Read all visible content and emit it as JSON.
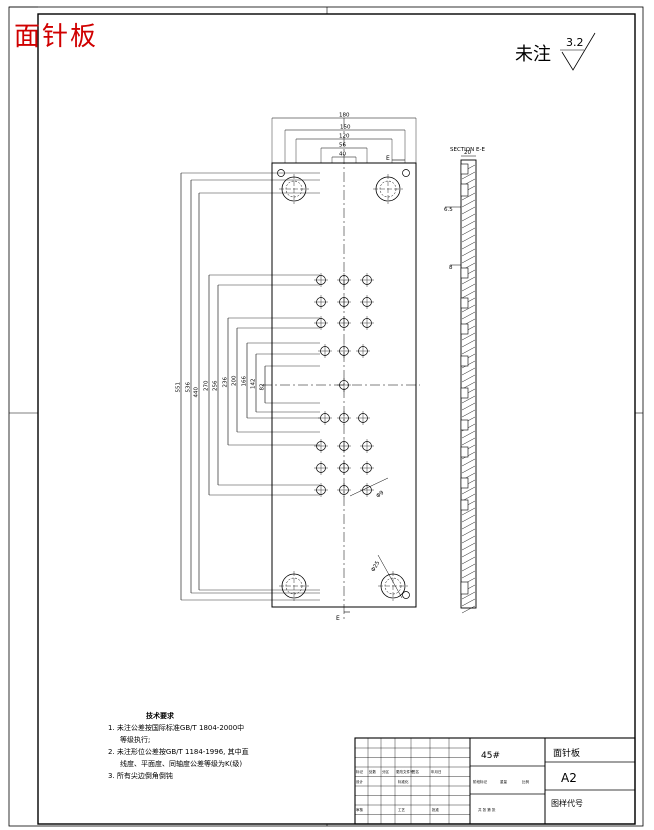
{
  "drawing": {
    "title_red": "面针板",
    "surface_note": "未注",
    "roughness": "3.2",
    "section_label": "SECTION E-E",
    "section_mark": "E",
    "dims_top": [
      "180",
      "150",
      "120",
      "56",
      "40"
    ],
    "dims_left": [
      "551",
      "536",
      "440",
      "270",
      "256",
      "236",
      "200",
      "166",
      "142",
      "82"
    ],
    "dims_section": [
      "20",
      "6.5",
      "8"
    ],
    "hole_note_small": "Φ9",
    "hole_note_large": "Φ25"
  },
  "notes": {
    "heading": "技术要求",
    "items": [
      "1. 未注公差按国际标准GB/T 1804-2000中",
      "等级执行;",
      "2. 未注形位公差按GB/T 1184-1996, 其中直",
      "线度、平面度、同轴度公差等级为K(级)",
      "3. 所有尖边倒角倒钝"
    ]
  },
  "title_block": {
    "material": "45#",
    "part_name": "面针板",
    "scale": "A2",
    "drawing_code": "图样代号",
    "row_labels": [
      "标记",
      "处数",
      "分区",
      "更改文件号",
      "签名",
      "年月日"
    ],
    "row2_labels": [
      "设计",
      "标准化",
      "阶段标记",
      "重量",
      "比例"
    ],
    "row3_labels": [
      "审核",
      "工艺",
      "批准",
      "共 张 第 张"
    ]
  }
}
